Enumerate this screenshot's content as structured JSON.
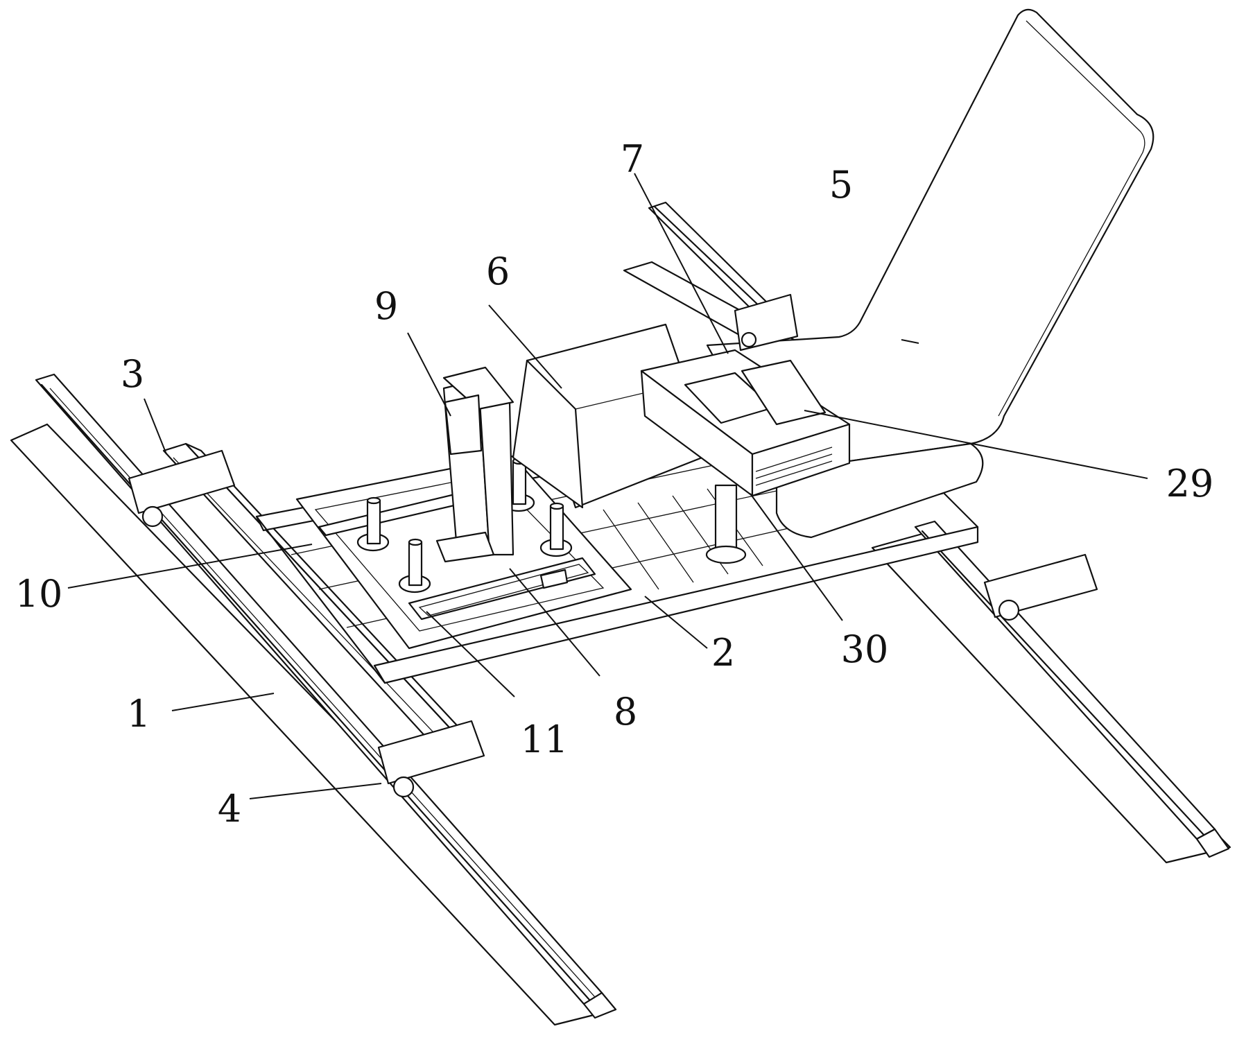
{
  "callouts": {
    "c1": "1",
    "c2": "2",
    "c3": "3",
    "c4": "4",
    "c5": "5",
    "c6": "6",
    "c7": "7",
    "c8": "8",
    "c9": "9",
    "c10": "10",
    "c11": "11",
    "c29": "29",
    "c30": "30"
  },
  "colors": {
    "line": "#111111",
    "background": "#ffffff"
  }
}
